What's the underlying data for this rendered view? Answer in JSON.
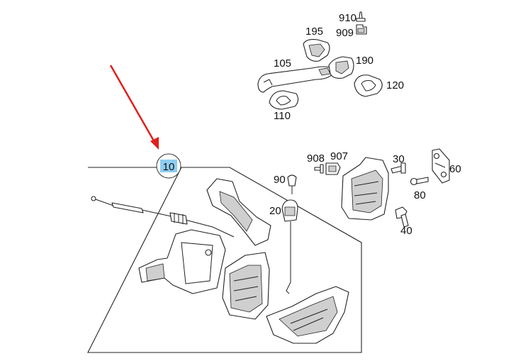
{
  "diagram": {
    "callout": {
      "label": "10",
      "highlight": "#8ecdf0"
    },
    "arrow_color": "#e0201c",
    "labels": {
      "p910": "910",
      "p909": "909",
      "p195": "195",
      "p105": "105",
      "p190": "190",
      "p120": "120",
      "p110": "110",
      "p908": "908",
      "p907": "907",
      "p30": "30",
      "p60": "60",
      "p90": "90",
      "p80": "80",
      "p20": "20",
      "p40": "40"
    }
  }
}
